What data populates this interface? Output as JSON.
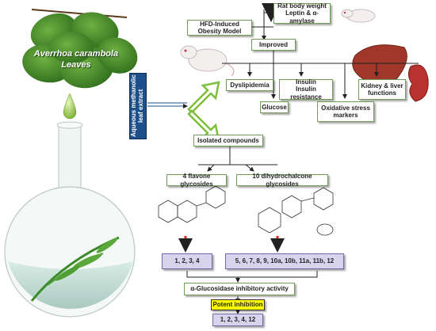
{
  "plant": {
    "name_line1": "Averrhoa carambola",
    "name_line2": "Leaves"
  },
  "extract_label": "Aqueous methanolic leaf extract",
  "boxes": {
    "model": "HFD-Induced Obesity Model",
    "rat": "Rat body weight Leptin & α-amylase",
    "improved": "Improved",
    "dyslipidemia": "Dyslipidemia",
    "insulin_line1": "Insulin",
    "insulin_line2": "Insulin resistance",
    "kidney": "Kidney & liver functions",
    "glucose": "Glucose",
    "oxidative": "Oxidative stress markers",
    "isolated": "Isolated compounds",
    "flavone": "4 flavone glycosides",
    "dihydro": "10 dihydrochalcone glycosides",
    "flavone_ids": "1, 2, 3, 4",
    "dihydro_ids": "5, 6, 7, 8, 9, 10a, 10b, 11a, 11b, 12",
    "alpha": "α-Glucosidase inhibitory activity",
    "potent": "Potent inhibition",
    "final": "1, 2, 3, 4, 12"
  },
  "colors": {
    "box_border": "#6f9f54",
    "extract_bg": "#1d4f8a",
    "purple_bg": "#d9d4ee",
    "yellow_bg": "#ffff00",
    "arrow_red": "#d42a1e",
    "hollow_arrow": "#7cbf3a"
  }
}
